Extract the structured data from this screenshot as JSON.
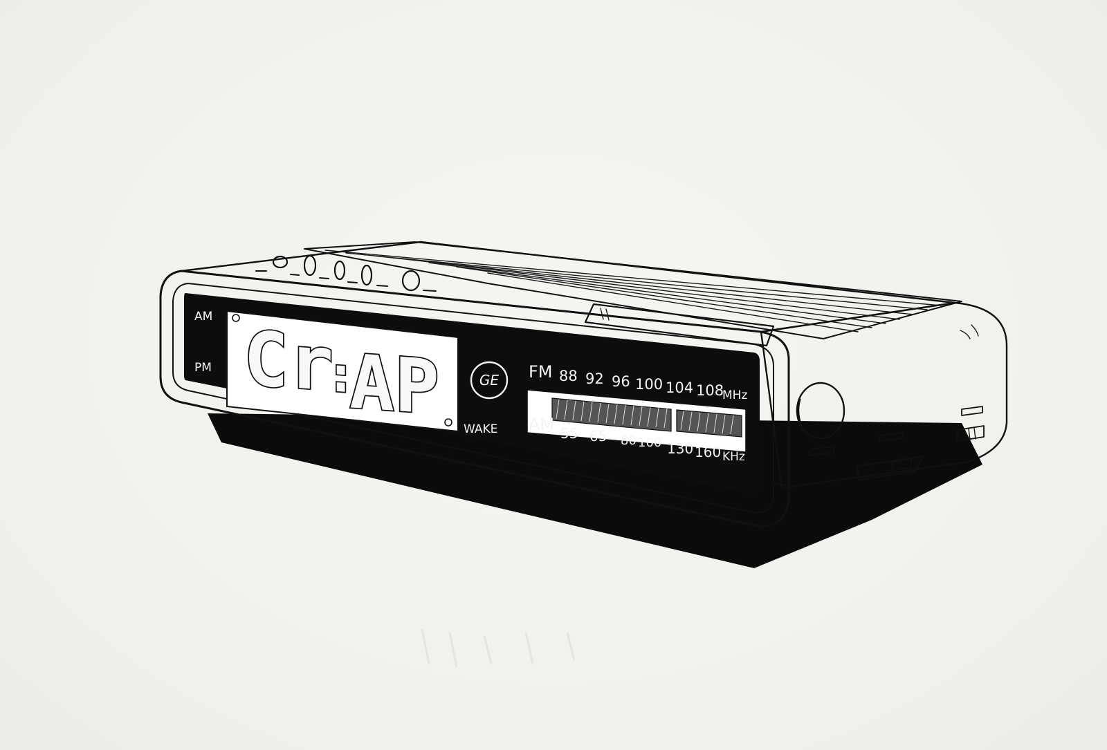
{
  "display": {
    "text_left": "Cr",
    "text_right": "AP",
    "colon": ":"
  },
  "indicators": {
    "am": "AM",
    "pm": "PM",
    "wake": "WAKE"
  },
  "logo": {
    "text": "GE"
  },
  "dial": {
    "fm_label": "FM",
    "fm_ticks": [
      "88",
      "92",
      "96",
      "100",
      "104",
      "108"
    ],
    "fm_unit": "MHz",
    "am_label": "AM",
    "am_ticks": [
      "55",
      "65",
      "80",
      "100",
      "130",
      "160"
    ],
    "am_unit": "KHz"
  },
  "colors": {
    "ink": "#111111",
    "paper": "#f3f2ef",
    "panel": "#0d0d0d",
    "display_window": "#ffffff"
  }
}
